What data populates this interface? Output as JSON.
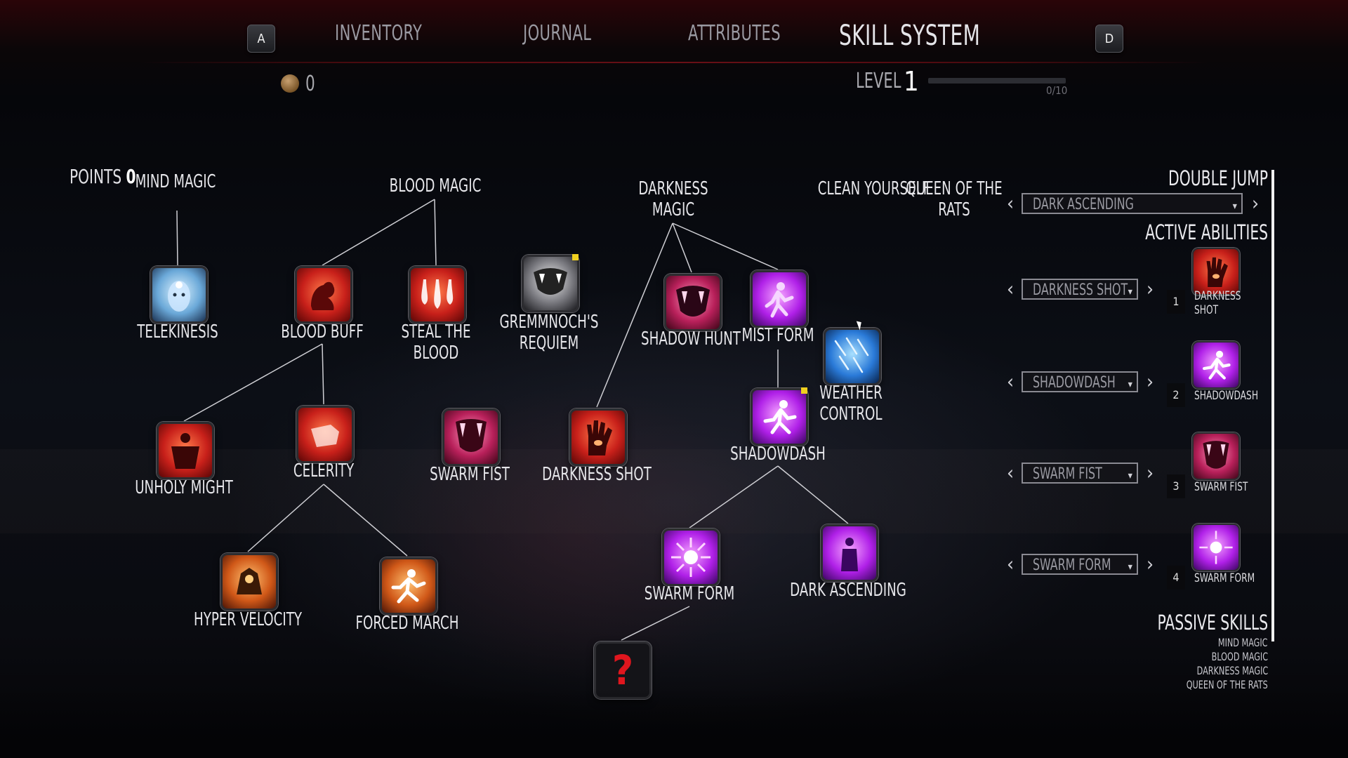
{
  "nav": {
    "prev_key": "A",
    "next_key": "D",
    "tabs": [
      {
        "label": "INVENTORY"
      },
      {
        "label": "JOURNAL"
      },
      {
        "label": "ATTRIBUTES"
      },
      {
        "label": "SKILL SYSTEM"
      }
    ],
    "active_tab": "SKILL SYSTEM"
  },
  "currency": {
    "icon": "coin-icon",
    "value": "0"
  },
  "level": {
    "label": "LEVEL",
    "value": "1",
    "xp_text": "0/10",
    "xp_progress": 0.0
  },
  "points": {
    "label": "POINTS",
    "value": "0"
  },
  "categories": {
    "mind_magic": "MIND MAGIC",
    "blood_magic": "BLOOD MAGIC",
    "darkness_magic": "DARKNESS\nMAGIC",
    "clean_yourself": "CLEAN YOURSELF",
    "queen_of_the_rats": "QUEEN OF THE\nRATS"
  },
  "skills": {
    "telekinesis": "TELEKINESIS",
    "blood_buff": "BLOOD BUFF",
    "steal_the_blood": "STEAL THE\nBLOOD",
    "gremmnochs_requiem": "GREMMNOCH'S\nREQUIEM",
    "shadow_hunt": "SHADOW HUNT",
    "mist_form": "MIST FORM",
    "weather_control": "WEATHER\nCONTROL",
    "unholy_might": "UNHOLY MIGHT",
    "celerity": "CELERITY",
    "swarm_fist": "SWARM FIST",
    "darkness_shot": "DARKNESS SHOT",
    "shadowdash": "SHADOWDASH",
    "hyper_velocity": "HYPER VELOCITY",
    "forced_march": "FORCED MARCH",
    "swarm_form": "SWARM FORM",
    "dark_ascending": "DARK ASCENDING",
    "unknown": "?"
  },
  "right_panel": {
    "double_jump_title": "DOUBLE JUMP",
    "double_jump_value": "DARK ASCENDING",
    "active_title": "ACTIVE ABILITIES",
    "slots": [
      {
        "num": "1",
        "value": "DARKNESS SHOT",
        "label": "DARKNESS\nSHOT"
      },
      {
        "num": "2",
        "value": "SHADOWDASH",
        "label": "SHADOWDASH"
      },
      {
        "num": "3",
        "value": "SWARM FIST",
        "label": "SWARM FIST"
      },
      {
        "num": "4",
        "value": "SWARM FORM",
        "label": "SWARM FORM"
      }
    ],
    "passive_title": "PASSIVE SKILLS",
    "passive_items": [
      "MIND MAGIC",
      "BLOOD MAGIC",
      "DARKNESS MAGIC",
      "QUEEN OF THE RATS"
    ]
  },
  "colors": {
    "accent_red": "#6a0f16",
    "marker_yellow": "#f0d020",
    "text_primary": "#e6e6ea",
    "text_muted": "#9a9aa2"
  }
}
